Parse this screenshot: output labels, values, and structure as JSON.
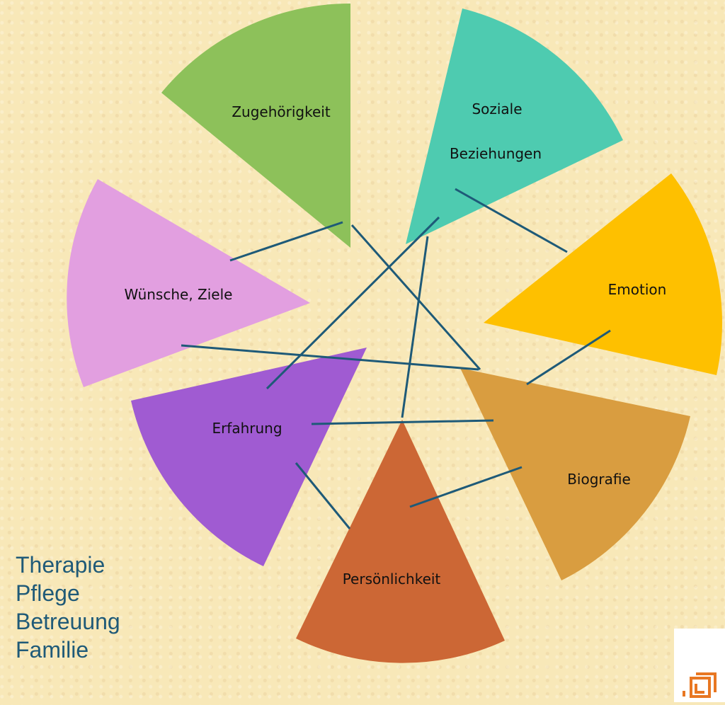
{
  "segments": [
    {
      "id": "zugehoerigkeit",
      "label": "Zugehörigkeit",
      "color": "#8dc15a"
    },
    {
      "id": "soziale",
      "label_line1": "Soziale",
      "label_line2": "Beziehungen",
      "color": "#4ecbb0"
    },
    {
      "id": "emotion",
      "label": "Emotion",
      "color": "#fec000"
    },
    {
      "id": "biografie",
      "label": "Biografie",
      "color": "#d99d40"
    },
    {
      "id": "persoenlichkeit",
      "label": "Persönlichkeit",
      "color": "#cc6735"
    },
    {
      "id": "erfahrung",
      "label": "Erfahrung",
      "color": "#a05bd2"
    },
    {
      "id": "wuensche",
      "label": "Wünsche, Ziele",
      "color": "#e29fe0"
    }
  ],
  "connector_color": "#1e5a78",
  "side_list": {
    "color": "#1f5a78",
    "items": [
      "Therapie",
      "Pflege",
      "Betreuung",
      "Familie"
    ]
  },
  "logo": {
    "color": "#e87722"
  }
}
